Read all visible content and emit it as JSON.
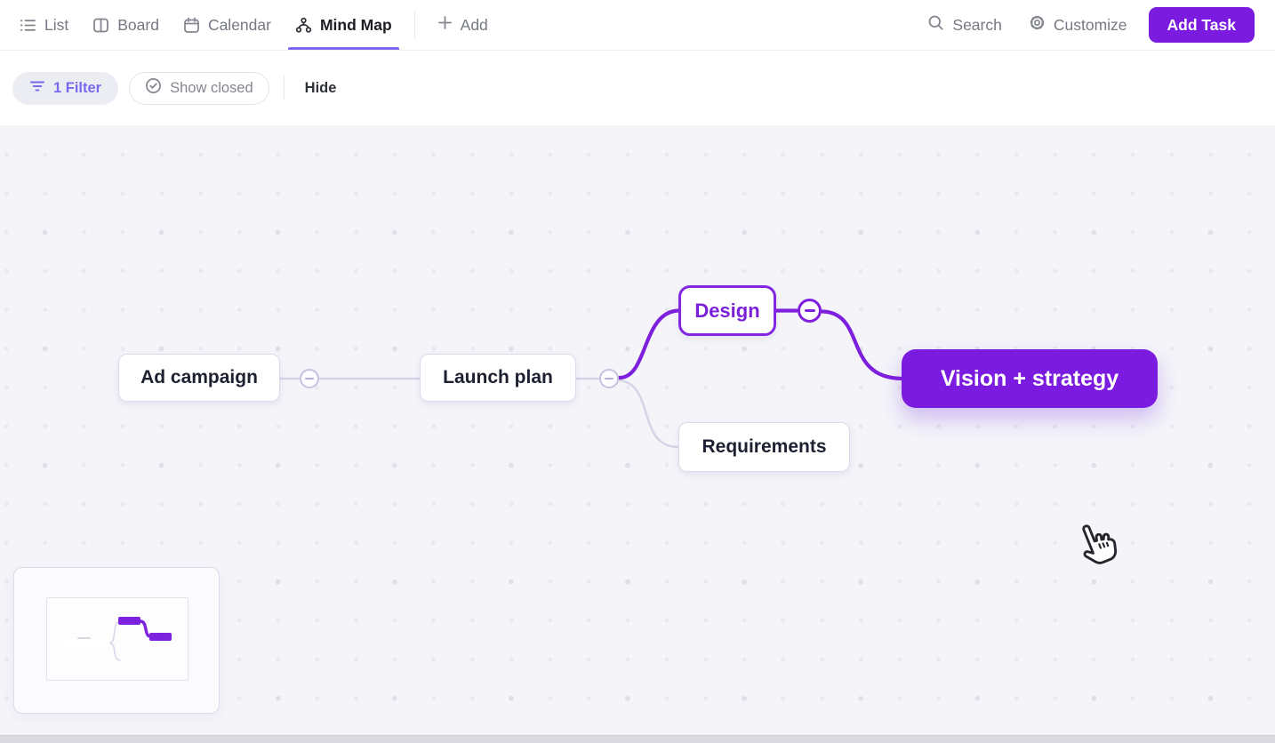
{
  "header": {
    "tabs": [
      {
        "label": "List",
        "icon": "list-icon",
        "active": false
      },
      {
        "label": "Board",
        "icon": "board-icon",
        "active": false
      },
      {
        "label": "Calendar",
        "icon": "calendar-icon",
        "active": false
      },
      {
        "label": "Mind Map",
        "icon": "mindmap-icon",
        "active": true
      }
    ],
    "add_view_label": "Add",
    "search_label": "Search",
    "customize_label": "Customize",
    "add_task_label": "Add Task"
  },
  "filter_bar": {
    "filter_count_label": "1 Filter",
    "show_closed_label": "Show closed",
    "hide_label": "Hide"
  },
  "mindmap": {
    "nodes": [
      {
        "id": "ad-campaign",
        "label": "Ad campaign",
        "variant": "default"
      },
      {
        "id": "launch-plan",
        "label": "Launch plan",
        "variant": "default"
      },
      {
        "id": "design",
        "label": "Design",
        "variant": "outline-purple"
      },
      {
        "id": "requirements",
        "label": "Requirements",
        "variant": "default"
      },
      {
        "id": "vision-strategy",
        "label": "Vision + strategy",
        "variant": "filled-purple"
      }
    ],
    "edges": [
      {
        "from": "ad-campaign",
        "to": "launch-plan",
        "style": "light",
        "collapse_toggle": true
      },
      {
        "from": "launch-plan",
        "to": "design",
        "style": "purple",
        "collapse_toggle": true
      },
      {
        "from": "launch-plan",
        "to": "requirements",
        "style": "light",
        "collapse_toggle": true
      },
      {
        "from": "design",
        "to": "vision-strategy",
        "style": "purple",
        "collapse_toggle": true
      }
    ]
  },
  "colors": {
    "accent_purple": "#7b1be0",
    "brand_indigo": "#7b68ee",
    "edge_purple": "#7e1fdd",
    "edge_light": "#d7d4e8",
    "canvas_bg": "#f4f4f9"
  }
}
